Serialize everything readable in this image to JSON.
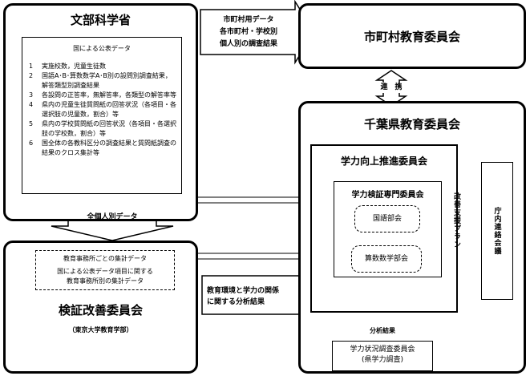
{
  "mext": {
    "title": "文部科学省",
    "panel_title": "国による公表データ",
    "items": [
      {
        "num": "1",
        "text": "実施校数，児童生徒数"
      },
      {
        "num": "2",
        "text": "国語A･B･算数数学A･B別の設問別調査結果，解答類型別調査結果"
      },
      {
        "num": "3",
        "text": "各設問の正答率，無解答率，各類型の解答率等"
      },
      {
        "num": "4",
        "text": "県内の児童生徒質問紙の回答状況（各項目・各選択肢の児童数，割合）等"
      },
      {
        "num": "5",
        "text": "県内の学校質問紙の回答状況（各項目・各選択肢の学校数，割合）等"
      },
      {
        "num": "6",
        "text": "国全体の各教科区分の調査結果と質問紙調査の結果のクロス集計等"
      }
    ]
  },
  "municipal_arrow": {
    "lines": [
      "市町村用データ",
      "各市町村・学校別",
      "個人別の調査結果"
    ]
  },
  "municipal_board": {
    "title": "市町村教育委員会"
  },
  "liaison": {
    "label": "連　携"
  },
  "chiba_board": {
    "title": "千葉県教育委員会"
  },
  "promotion": {
    "title": "学力向上推進委員会"
  },
  "expert": {
    "title": "学力検証専門委員会"
  },
  "japanese_section": {
    "label": "国語部会"
  },
  "math_section": {
    "label": "算数数学部会"
  },
  "support_plan": {
    "label": "改善支援プラン"
  },
  "liaison_council": {
    "label": "庁内連絡会議"
  },
  "all_data_arrow": {
    "label": "全個人別データ"
  },
  "verify_committee": {
    "title": "検証改善委員会",
    "subtitle": "（東京大学教育学部）",
    "panel_line1": "教育事務所ごとの集計データ",
    "panel_line2": "国による公表データ項目に関する",
    "panel_line3": "教育事務所別の集計データ"
  },
  "analysis_arrow": {
    "lines": [
      "教育環境と学力の関係",
      "に関する分析結果"
    ]
  },
  "analysis_results": {
    "label": "分析結果"
  },
  "survey_committee": {
    "line1": "学力状況調査委員会",
    "line2": "(県学力調査)"
  }
}
